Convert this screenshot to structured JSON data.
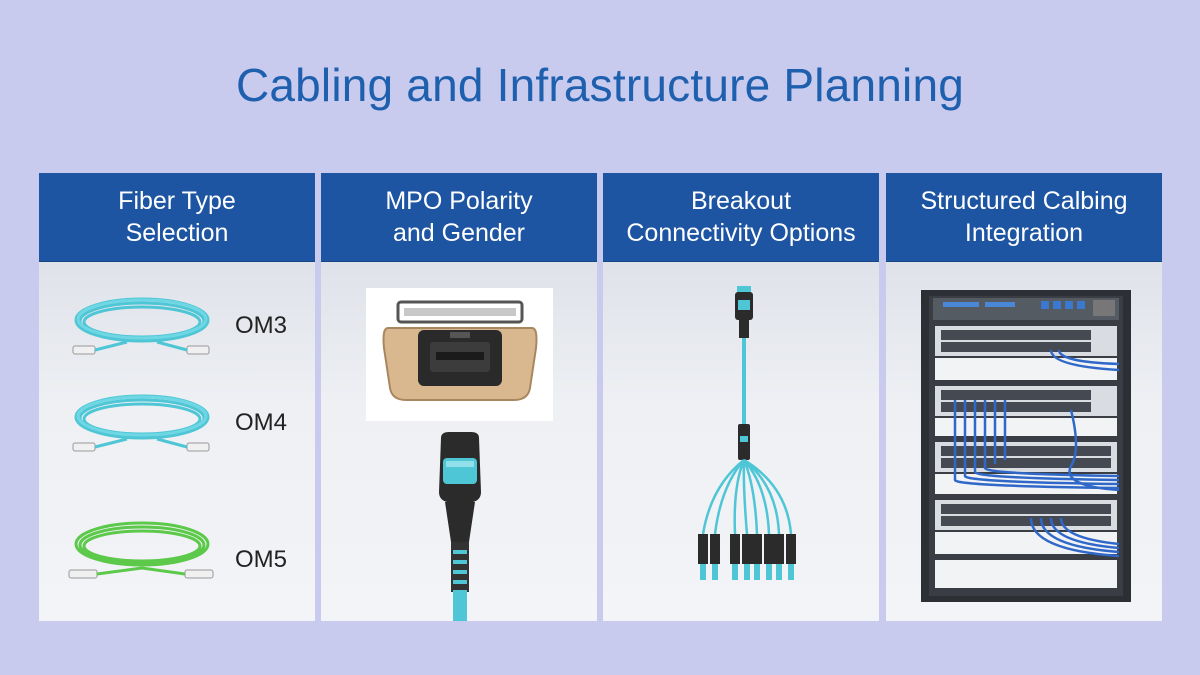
{
  "title": "Cabling and Infrastructure Planning",
  "colors": {
    "background": "#c9cbee",
    "title": "#1e5fae",
    "header": "#1d55a3",
    "aqua_fiber": "#4fc6d6",
    "green_fiber": "#5cc94a"
  },
  "cards": [
    {
      "heading": [
        "Fiber Type",
        "Selection"
      ],
      "items": [
        {
          "label": "OM3",
          "icon": "aqua-fiber-coil-icon"
        },
        {
          "label": "OM4",
          "icon": "aqua-fiber-coil-icon"
        },
        {
          "label": "OM5",
          "icon": "green-fiber-coil-icon"
        }
      ]
    },
    {
      "heading": [
        "MPO Polarity",
        "and Gender"
      ],
      "icons": [
        "mpo-adapter-icon",
        "mpo-connector-icon"
      ]
    },
    {
      "heading": [
        "Breakout",
        "Connectivity Options"
      ],
      "icons": [
        "breakout-cable-icon"
      ]
    },
    {
      "heading": [
        "Structured Calbing",
        "Integration"
      ],
      "icons": [
        "network-rack-icon"
      ]
    }
  ]
}
